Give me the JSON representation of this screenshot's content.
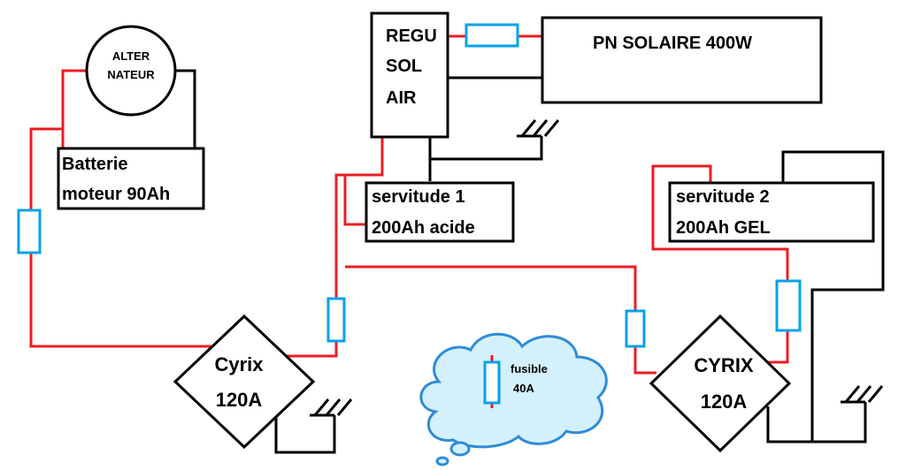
{
  "colors": {
    "positive_wire": "#ED1C24",
    "ground_wire": "#000000",
    "fuse": "#00A2E8",
    "cloud_fill": "#D4F0FC",
    "cloud_stroke": "#2E8BD8"
  },
  "components": {
    "alternator": {
      "line1": "ALTER",
      "line2": "NATEUR"
    },
    "engine_battery": {
      "line1": "Batterie",
      "line2": "moteur 90Ah"
    },
    "regulator": {
      "line1": "REGU",
      "line2": "SOL",
      "line3": "AIR"
    },
    "solar_panel": {
      "label": "PN SOLAIRE 400W"
    },
    "service_battery_1": {
      "line1": "servitude 1",
      "line2": "200Ah acide"
    },
    "service_battery_2": {
      "line1": "servitude 2",
      "line2": "200Ah GEL"
    },
    "cyrix_left": {
      "line1": "Cyrix",
      "line2": "120A"
    },
    "cyrix_right": {
      "line1": "CYRIX",
      "line2": "120A"
    }
  },
  "legend": {
    "line1": "fusible",
    "line2": "40A"
  }
}
